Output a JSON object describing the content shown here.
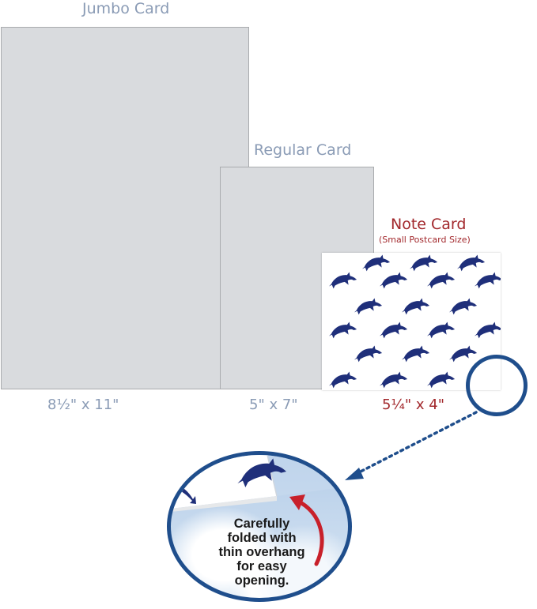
{
  "cards": {
    "jumbo": {
      "title": "Jumbo Card",
      "size": "8½\" x 11\""
    },
    "regular": {
      "title": "Regular Card",
      "size": "5\" x 7\""
    },
    "note": {
      "title": "Note Card",
      "subtitle": "(Small Postcard Size)",
      "size": "5¼\" x 4\""
    }
  },
  "callout": {
    "lines": [
      "Carefully",
      "folded with",
      "thin overhang",
      "for easy",
      "opening."
    ]
  },
  "colors": {
    "jumbo_label": "#8a9bb5",
    "note_label": "#a2282c",
    "card_fill": "#d9dbde",
    "dolphin": "#1f2f7a",
    "zoom_ring": "#1f4e8c",
    "arrow": "#c8202a"
  },
  "icons": [
    "dolphin-icon",
    "zoom-ring-icon",
    "dotted-arrow-icon",
    "curved-arrow-icon"
  ]
}
